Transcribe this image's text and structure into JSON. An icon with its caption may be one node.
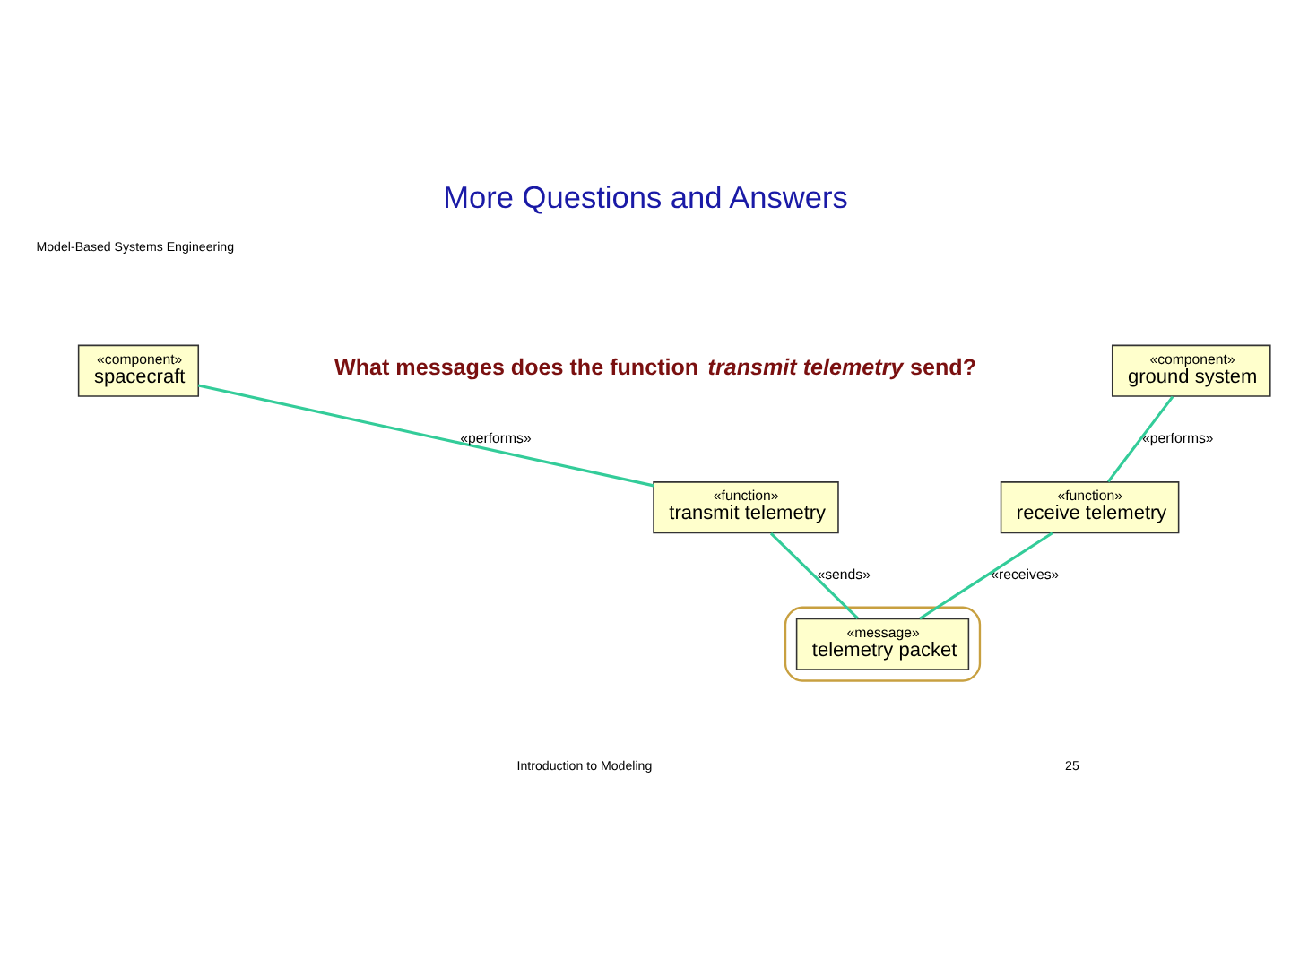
{
  "diagram": {
    "title": "More Questions and Answers",
    "nodes": [
      {
        "text": [
          "«component»",
          "spacecraft"
        ]
      },
      {
        "text": [
          "«component»",
          "ground system"
        ]
      },
      {
        "text": [
          "«function»",
          "transmit telemetry"
        ]
      },
      {
        "text": [
          "«function»",
          "receive telemetry"
        ]
      },
      {
        "text": [],
        "shape": "ellipse"
      },
      {
        "text": [
          "«message»",
          "telemetry packet"
        ],
        "in": 4
      }
    ],
    "edges": [
      {
        "from": 0,
        "to": 2,
        "arrow": "none",
        "label": "«performs»",
        "color": "#33cc99"
      },
      {
        "from": 1,
        "to": 3,
        "arrow": "none",
        "label": "«performs»",
        "color": "#33cc99"
      },
      {
        "from": 2,
        "to": 5,
        "arrow": "none",
        "label": "«sends»",
        "color": "#33cc99"
      },
      {
        "from": 3,
        "to": 5,
        "arrow": "none",
        "label": "«receives»",
        "color": "#33cc99"
      }
    ],
    "labels": [
      "Model-Based Systems Engineering",
      "What messages does the function *transmit telemetry* send?",
      "Introduction to Modeling",
      "25"
    ]
  }
}
